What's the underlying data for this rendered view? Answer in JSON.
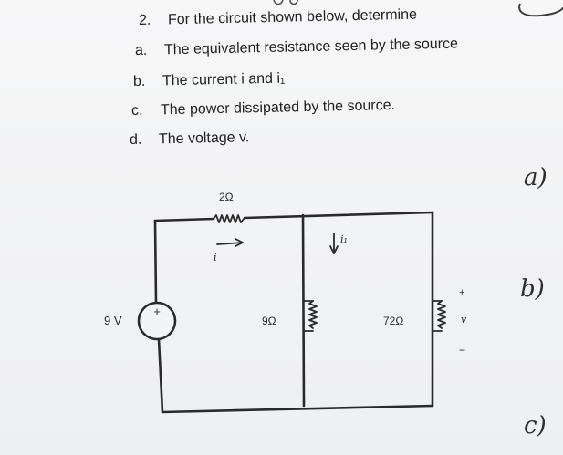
{
  "question": {
    "number": "2.",
    "text": "For the circuit shown below, determine",
    "parts": [
      {
        "label": "a.",
        "text": "The equivalent resistance seen by the source"
      },
      {
        "label": "b.",
        "text": "The current i and i₁"
      },
      {
        "label": "c.",
        "text": "The power dissipated by the source."
      },
      {
        "label": "d.",
        "text": "The voltage v."
      }
    ]
  },
  "circuit": {
    "source_label": "9 V",
    "source_plus": "+",
    "r_series_label": "2Ω",
    "r_mid_label": "9Ω",
    "r_right_label": "72Ω",
    "current_i_label": "i",
    "current_i1_label": "i₁",
    "v_plus": "+",
    "v_label": "v",
    "v_minus": "−"
  },
  "handwriting": {
    "a": "a)",
    "b": "b)",
    "c": "c)"
  },
  "colors": {
    "ink": "#2a2a2a",
    "paper": "#f3f4f6"
  }
}
